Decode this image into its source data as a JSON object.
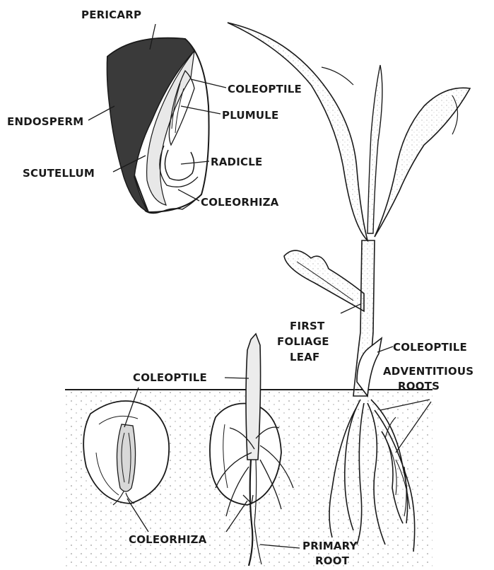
{
  "diagram": {
    "seed_labels": {
      "pericarp": "PERICARP",
      "endosperm": "ENDOSPERM",
      "scutellum": "SCUTELLUM",
      "coleoptile": "COLEOPTILE",
      "plumule": "PLUMULE",
      "radicle": "RADICLE",
      "coleorhiza": "COLEORHIZA"
    },
    "seedling_labels": {
      "first_foliage_leaf_1": "FIRST",
      "first_foliage_leaf_2": "FOLIAGE",
      "first_foliage_leaf_3": "LEAF",
      "coleoptile_right": "COLEOPTILE",
      "adventitious_1": "ADVENTITIOUS",
      "adventitious_2": "ROOTS",
      "coleoptile_left": "COLEOPTILE",
      "coleorhiza_bottom": "COLEORHIZA",
      "primary_1": "PRIMARY",
      "primary_2": "ROOT"
    },
    "colors": {
      "ink": "#1a1a1a",
      "endosperm_fill": "#3a3a3a",
      "soil_dots": "#9a9a9a",
      "leaf_speckle": "#b8b8b8"
    }
  }
}
